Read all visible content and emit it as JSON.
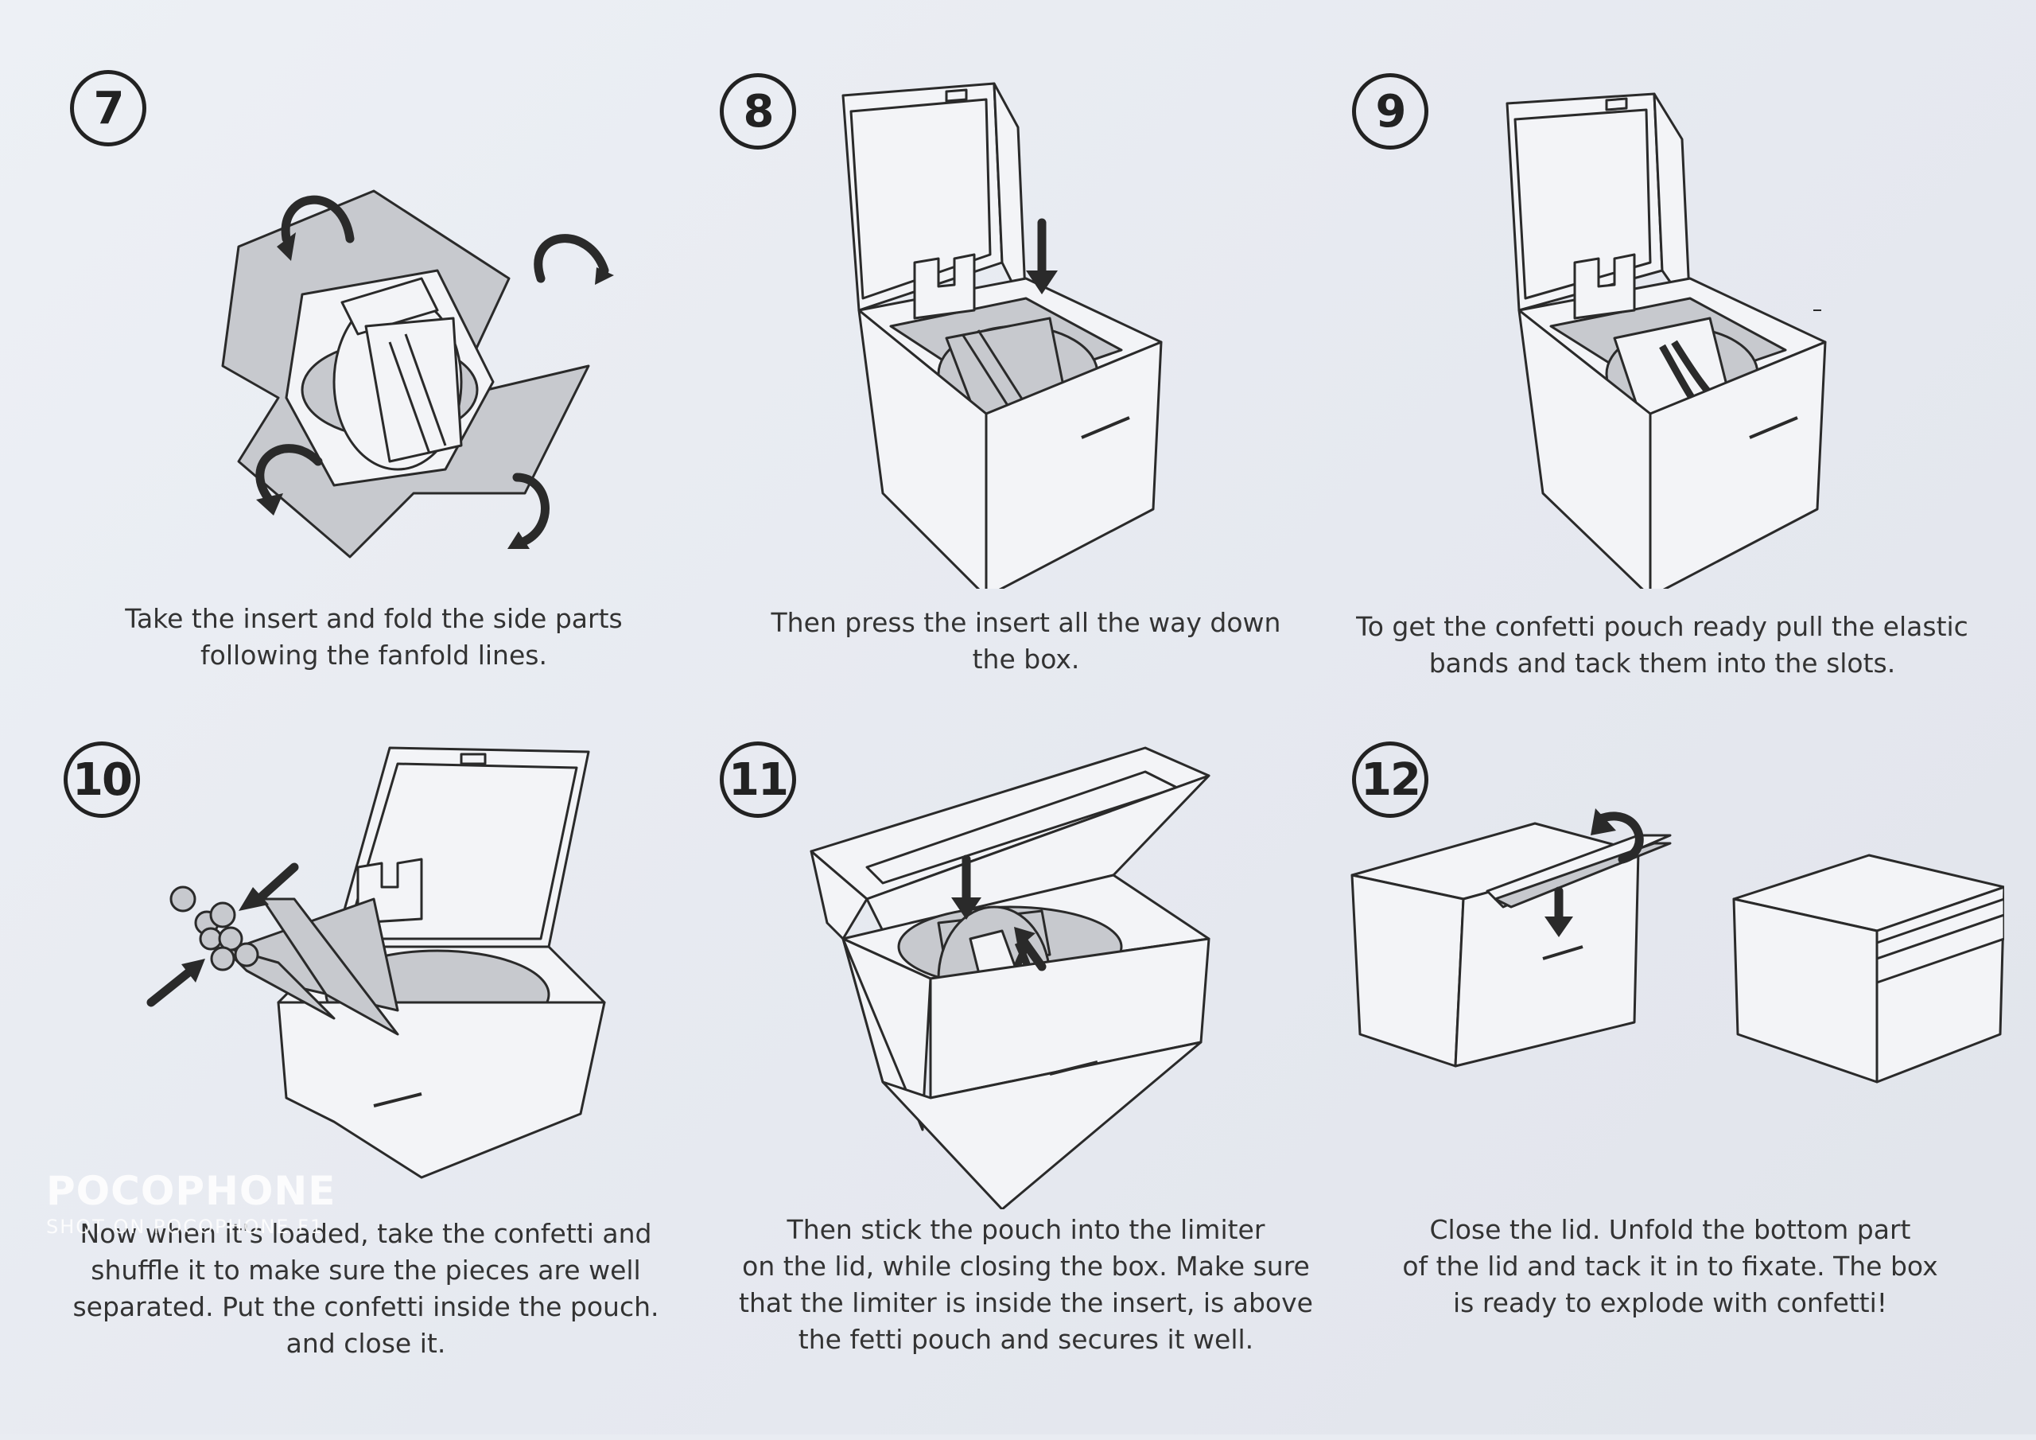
{
  "steps": [
    {
      "number": "7",
      "caption": "Take the insert and fold the side parts\nfollowing the fanfold lines."
    },
    {
      "number": "8",
      "caption": "Then press the insert all the way down\nthe box."
    },
    {
      "number": "9",
      "caption": "To get the confetti pouch ready pull the elastic\nbands and tack them into the slots."
    },
    {
      "number": "10",
      "caption": "Now when it's loaded, take the confetti and\nshuffle it to make sure the pieces are well\nseparated. Put the confetti inside the pouch.\nand close it."
    },
    {
      "number": "11",
      "caption": "Then stick the pouch into the limiter\non the lid, while closing the box. Make sure\nthat the limiter is inside the insert, is above\nthe fetti pouch and secures it well."
    },
    {
      "number": "12",
      "caption": "Close the lid. Unfold the bottom part\nof the lid and tack it in to fixate. The box\nis ready to explode with confetti!"
    }
  ],
  "watermark": {
    "title": "POCOPHONE",
    "subtitle": "SHOT ON POCOPHONE F1"
  },
  "colors": {
    "paper": "#e9ecf2",
    "ink": "#2a2a2a",
    "fill_gray": "#c7c9ce"
  }
}
